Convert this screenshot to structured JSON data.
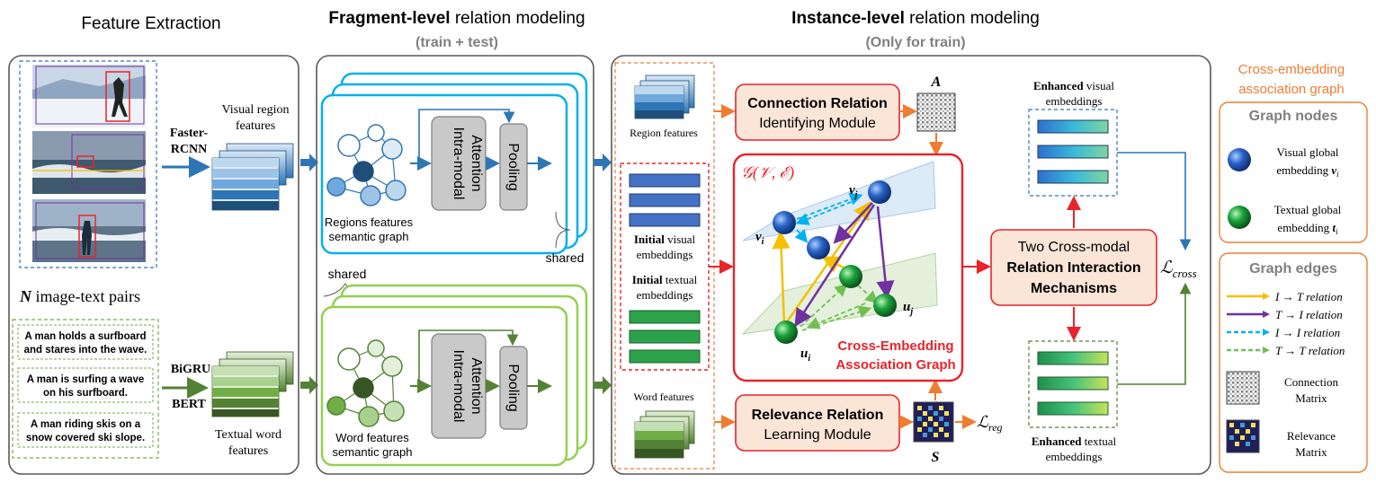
{
  "sections": {
    "feature_extraction": "Feature Extraction",
    "fragment": {
      "bold": "Fragment-level",
      "rest": " relation modeling",
      "sub": "(train + test)"
    },
    "instance": {
      "bold": "Instance-level",
      "rest": " relation modeling",
      "sub": "(Only for train)"
    }
  },
  "extraction": {
    "faster_rcnn": [
      "Faster-",
      "RCNN"
    ],
    "visual_region_features": [
      "Visual region",
      "features"
    ],
    "n_label": "N",
    "pairs_label": " image-text pairs",
    "captions": [
      [
        "A man holds a surfboard",
        "and stares into the wave."
      ],
      [
        "A man is surfing a wave",
        "on his surfboard."
      ],
      [
        "A man riding skis on a",
        "snow covered ski slope."
      ]
    ],
    "bigru": "BiGRU",
    "bert": "BERT",
    "textual_word_features": [
      "Textual word",
      "features"
    ]
  },
  "fragment": {
    "attention": [
      "Intra-modal",
      "Attention"
    ],
    "pooling": "Pooling",
    "regions_graph_label": [
      "Regions features",
      "semantic graph"
    ],
    "word_graph_label": [
      "Word features",
      "semantic graph"
    ],
    "shared": "shared"
  },
  "instance": {
    "region_features": "Region features",
    "initial_visual": {
      "bold": "Initial",
      "rest": " visual",
      "line2": "embeddings"
    },
    "initial_textual": {
      "bold": "Initial",
      "rest": " textual",
      "line2": "embeddings"
    },
    "word_features": "Word features",
    "connection_module": [
      "Connection Relation",
      "Identifying Module"
    ],
    "relevance_module": [
      "Relevance Relation",
      "Learning Module"
    ],
    "matrix_a": "A",
    "matrix_s": "S",
    "graph_symbol": "𝒢(𝒱, ℰ)",
    "graph_caption": [
      "Cross-Embedding",
      "Association Graph"
    ],
    "node_vi": "v",
    "node_vi_sub": "i",
    "node_vj": "v",
    "node_vj_sub": "j",
    "node_ui": "u",
    "node_ui_sub": "i",
    "node_uj": "u",
    "node_uj_sub": "j",
    "two_cross_modal": [
      "Two Cross-modal",
      "Relation Interaction",
      "Mechanisms"
    ],
    "enhanced_visual": {
      "bold": "Enhanced",
      "rest": " visual",
      "line2": "embeddings"
    },
    "enhanced_textual": {
      "bold": "Enhanced",
      "rest": " textual",
      "line2": "embeddings"
    },
    "loss_cross": "ℒ",
    "loss_cross_sub": "cross",
    "loss_reg": "ℒ",
    "loss_reg_sub": "reg"
  },
  "legend": {
    "title": [
      "Cross-embedding",
      "association graph"
    ],
    "nodes_header": "Graph nodes",
    "visual_node": [
      "Visual global",
      "embedding "
    ],
    "visual_sym": "v",
    "visual_sub": "i",
    "textual_node": [
      "Textual global",
      "embedding "
    ],
    "textual_sym": "t",
    "textual_sub": "i",
    "edges_header": "Graph edges",
    "edges": [
      {
        "label": "I → T relation",
        "color": "#f5c000"
      },
      {
        "label": "T → I relation",
        "color": "#7030a0"
      },
      {
        "label": "I → I relation",
        "color": "#00b0f0"
      },
      {
        "label": "T → T relation",
        "color": "#70c050"
      }
    ],
    "connection_matrix": [
      "Connection",
      "Matrix"
    ],
    "relevance_matrix": [
      "Relevance",
      "Matrix"
    ]
  },
  "colors": {
    "orange": "#ed7d31",
    "red": "#e8242a",
    "blue": "#2e75b6",
    "green": "#548235",
    "light_blue_panel": "#00b0f0",
    "light_green_panel": "#92d050"
  }
}
